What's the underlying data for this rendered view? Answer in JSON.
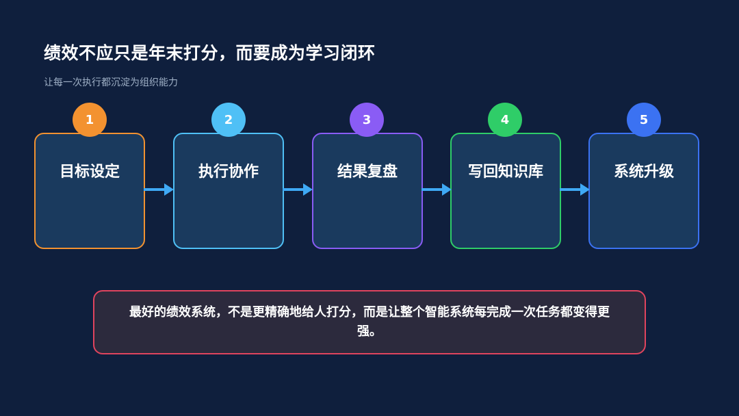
{
  "header": {
    "title": "绩效不应只是年末打分，而要成为学习闭环",
    "subtitle": "让每一次执行都沉淀为组织能力"
  },
  "steps": [
    {
      "number": "1",
      "label": "目标设定",
      "color": "#f39230"
    },
    {
      "number": "2",
      "label": "执行协作",
      "color": "#4fc0f6"
    },
    {
      "number": "3",
      "label": "结果复盘",
      "color": "#8a5cf5"
    },
    {
      "number": "4",
      "label": "写回知识库",
      "color": "#2fcd68"
    },
    {
      "number": "5",
      "label": "系统升级",
      "color": "#3b72f2"
    }
  ],
  "callout": {
    "text": "最好的绩效系统，不是更精确地给人打分，而是让整个智能系统每完成一次任务都变得更强。",
    "border_color": "#e0445e"
  },
  "colors": {
    "background": "#0f1f3d",
    "card_fill": "#1a3a5e",
    "arrow": "#3fa9f5"
  }
}
